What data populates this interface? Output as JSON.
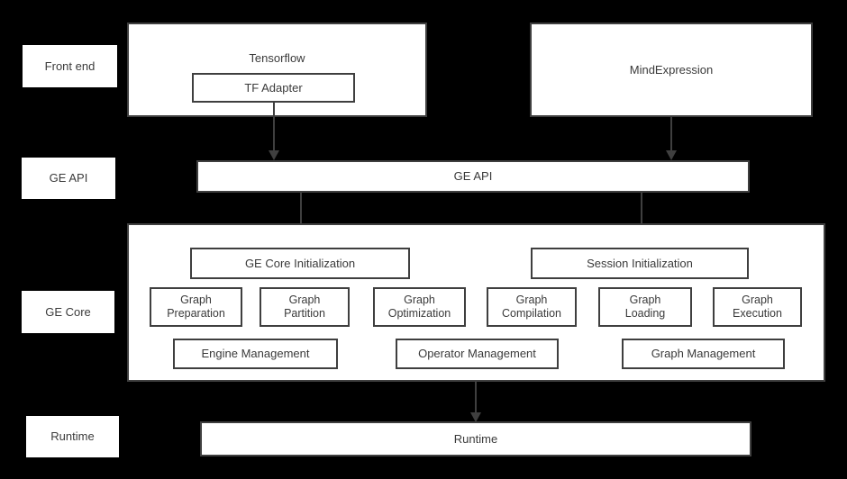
{
  "diagram": {
    "background_color": "#000000",
    "node_fill": "#ffffff",
    "node_stroke": "#3f3f3f",
    "text_color": "#3a3a3a",
    "tiers": [
      {
        "label": "Front end"
      },
      {
        "label": "GE API"
      },
      {
        "label": "GE Core"
      },
      {
        "label": "Runtime"
      }
    ],
    "frontend": {
      "tensorflow": {
        "title": "Tensorflow",
        "child": "TF Adapter"
      },
      "mindexpression": {
        "title": "MindExpression"
      }
    },
    "ge_api": {
      "label": "GE API"
    },
    "ge_core": {
      "initializations": [
        {
          "label": "GE Core Initialization"
        },
        {
          "label": "Session Initialization"
        }
      ],
      "stages": [
        {
          "label": "Graph\nPreparation"
        },
        {
          "label": "Graph\nPartition"
        },
        {
          "label": "Graph\nOptimization"
        },
        {
          "label": "Graph\nCompilation"
        },
        {
          "label": "Graph\nLoading"
        },
        {
          "label": "Graph\nExecution"
        }
      ],
      "managers": [
        {
          "label": "Engine Management"
        },
        {
          "label": "Operator Management"
        },
        {
          "label": "Graph Management"
        }
      ]
    },
    "runtime": {
      "label": "Runtime"
    }
  }
}
